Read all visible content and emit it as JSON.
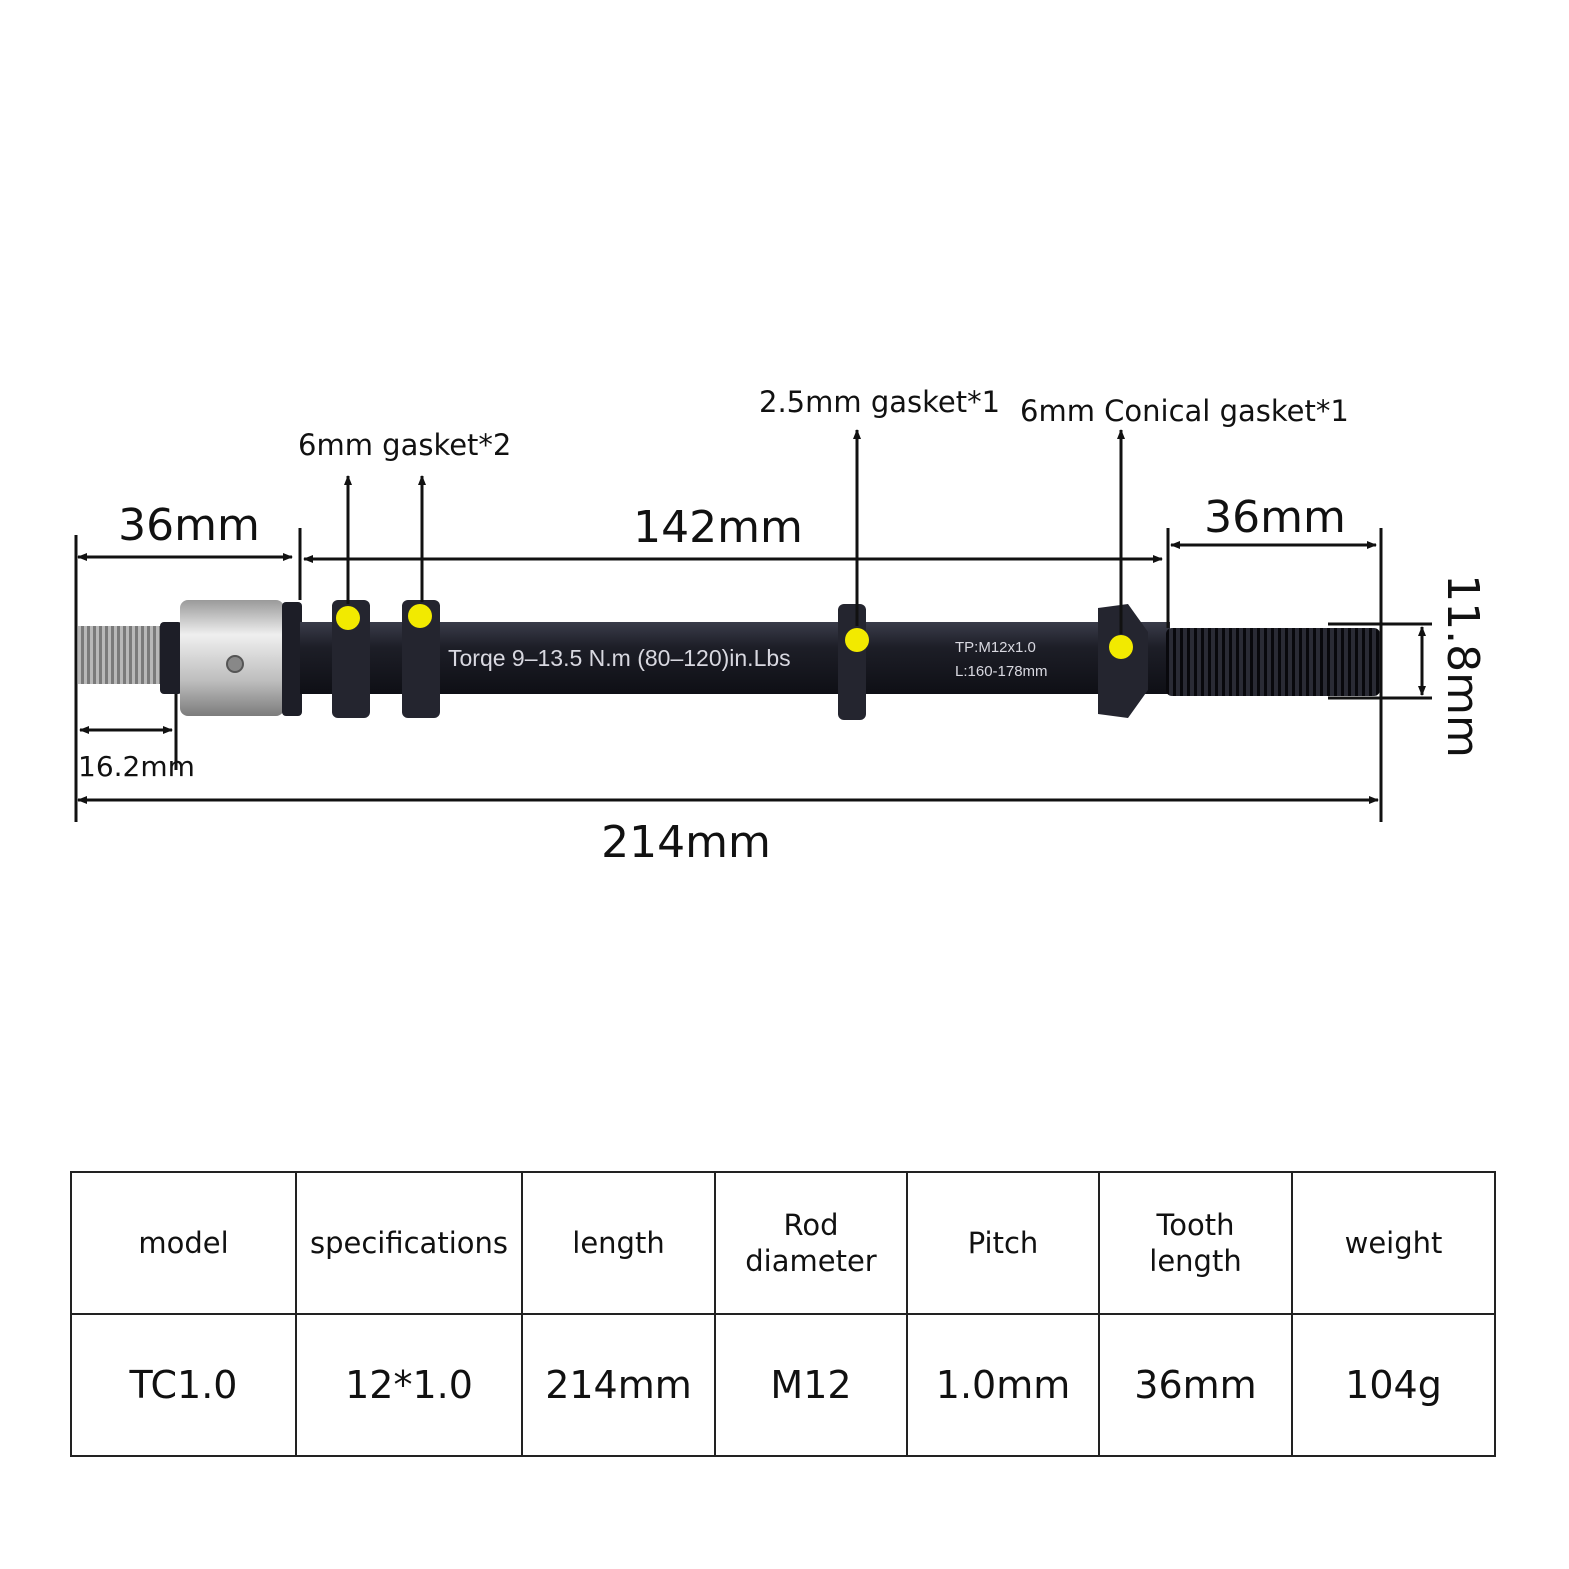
{
  "dimensions": {
    "left_thread_length": "36mm",
    "middle_length": "142mm",
    "right_thread_length": "36mm",
    "left_thread_small": "16.2mm",
    "total_length": "214mm",
    "thread_diameter": "11.8mm"
  },
  "callouts": {
    "gasket_6mm": "6mm gasket*2",
    "gasket_2_5mm": "2.5mm gasket*1",
    "conical_gasket": "6mm Conical gasket*1"
  },
  "engraving": {
    "torque": "Torqe 9–13.5 N.m (80–120)in.Lbs",
    "tp": "TP:M12x1.0",
    "length_range": "L:160-178mm"
  },
  "colors": {
    "rod": "#1d1e27",
    "marker": "#f2ea00",
    "silver": "#c8c8c8"
  },
  "table": {
    "headers": [
      "model",
      "specifications",
      "length",
      "Rod diameter",
      "Pitch",
      "Tooth length",
      "weight"
    ],
    "row": [
      "TC1.0",
      "12*1.0",
      "214mm",
      "M12",
      "1.0mm",
      "36mm",
      "104g"
    ]
  }
}
